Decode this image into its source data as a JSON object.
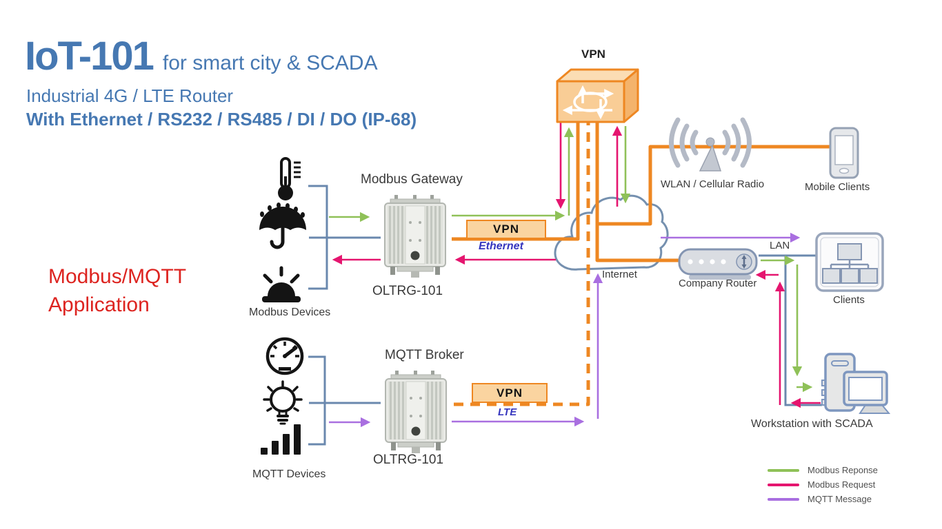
{
  "header": {
    "product": "IoT-101",
    "tagline": "for smart city & SCADA",
    "subtitle": "Industrial 4G / LTE Router",
    "features": "With Ethernet / RS232 / RS485 / DI / DO (IP-68)"
  },
  "note": {
    "line1": "Modbus/MQTT",
    "line2": "Application"
  },
  "nodes": {
    "vpn_top": {
      "label": "VPN"
    },
    "modbus_gateway": {
      "title": "Modbus Gateway",
      "model": "OLTRG-101"
    },
    "mqtt_broker": {
      "title": "MQTT Broker",
      "model": "OLTRG-101"
    },
    "modbus_devices": {
      "label": "Modbus Devices"
    },
    "mqtt_devices": {
      "label": "MQTT Devices"
    },
    "internet": {
      "label": "Internet"
    },
    "wlan": {
      "label": "WLAN / Cellular Radio"
    },
    "mobile_clients": {
      "label": "Mobile Clients"
    },
    "company_router": {
      "label": "Company Router"
    },
    "clients": {
      "label": "Clients"
    },
    "workstation": {
      "label": "Workstation with SCADA"
    }
  },
  "links": {
    "vpn_ethernet": {
      "badge": "VPN",
      "wire": "Ethernet"
    },
    "vpn_lte": {
      "badge": "VPN",
      "wire": "LTE"
    },
    "lan": {
      "label": "LAN"
    }
  },
  "legend": {
    "items": [
      {
        "label": "Modbus Reponse",
        "color": "#8FC158"
      },
      {
        "label": "Modbus Request",
        "color": "#E5156F"
      },
      {
        "label": "MQTT Message",
        "color": "#A96FE0"
      }
    ]
  },
  "colors": {
    "title_blue": "#4678B2",
    "note_red": "#DD2420",
    "accent_orange": "#EE8722",
    "flow_green": "#8FC158",
    "flow_magenta": "#E5156F",
    "flow_purple": "#A96FE0",
    "wire_blue": "#6A88AE",
    "node_gray_blue": "#8495B2"
  }
}
